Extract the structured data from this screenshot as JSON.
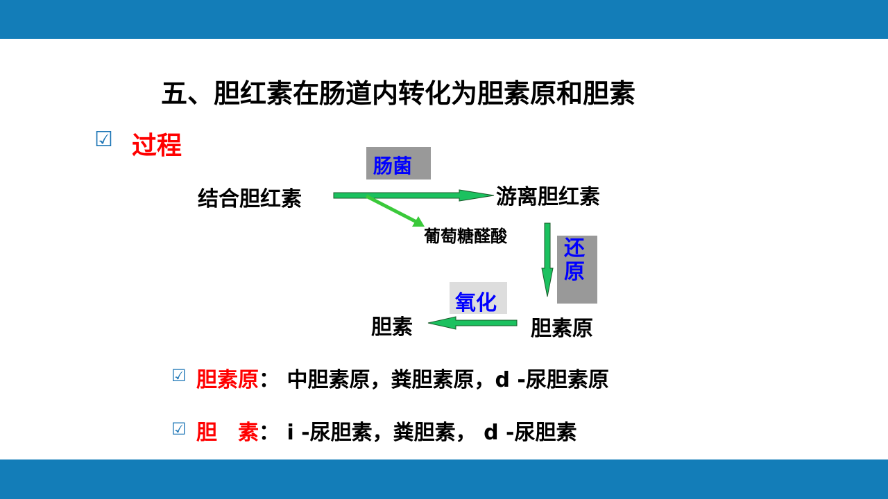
{
  "title": "五、胆红素在肠道内转化为胆素原和胆素",
  "section": {
    "label": "过程"
  },
  "diagram": {
    "conjugated": "结合胆红素",
    "bacteria_label": "肠菌",
    "free": "游离胆红素",
    "glucuronic": "葡萄糖醛酸",
    "reduction_label": "还原",
    "urobilinogen": "胆素原",
    "oxidation_label": "氧化",
    "urobilin": "胆素"
  },
  "bullets": [
    {
      "term": "胆素原",
      "sep": "：",
      "text": "中胆素原，粪胆素原，d -尿胆素原"
    },
    {
      "term": "胆　素",
      "sep": "：",
      "text": "i -尿胆素，粪胆素， d -尿胆素"
    }
  ],
  "colors": {
    "bar": "#137db8",
    "arrow": "#1bc15f",
    "term": "#ff0000",
    "label": "#0000ff"
  }
}
